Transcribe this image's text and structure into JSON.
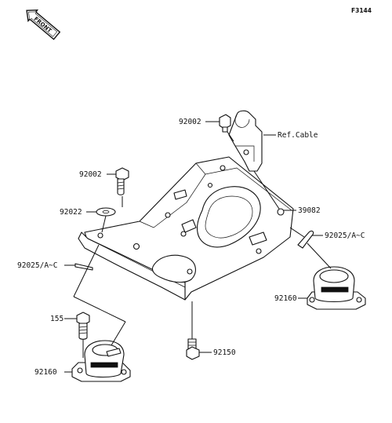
{
  "diagram": {
    "figure_code": "F3144",
    "front_label": "FRONT",
    "callouts": {
      "bolt_top": "92002",
      "ref_cable": "Ref.Cable",
      "bolt_left": "92002",
      "washer": "92022",
      "bracket": "39082",
      "pin_right": "92025/A~C",
      "pin_left": "92025/A~C",
      "mount_right": "92160",
      "bolt_155": "155",
      "bolt_92150": "92150",
      "mount_left": "92160"
    }
  }
}
